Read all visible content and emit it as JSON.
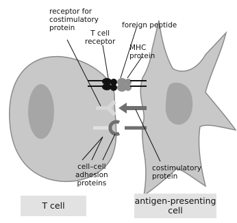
{
  "labels": {
    "receptor_costimulatory": "receptor for\ncostimulatory\nprotein",
    "t_cell_receptor": "T cell\nreceptor",
    "foreign_peptide": "foreign peptide",
    "mhc_protein": "MHC\nprotein",
    "cell_adhesion": "cell–cell\nadhesion\nproteins",
    "costimulatory_protein": "costimulatory\nprotein"
  },
  "captions": {
    "t_cell": "T cell",
    "apc": "antigen-presenting\ncell"
  }
}
